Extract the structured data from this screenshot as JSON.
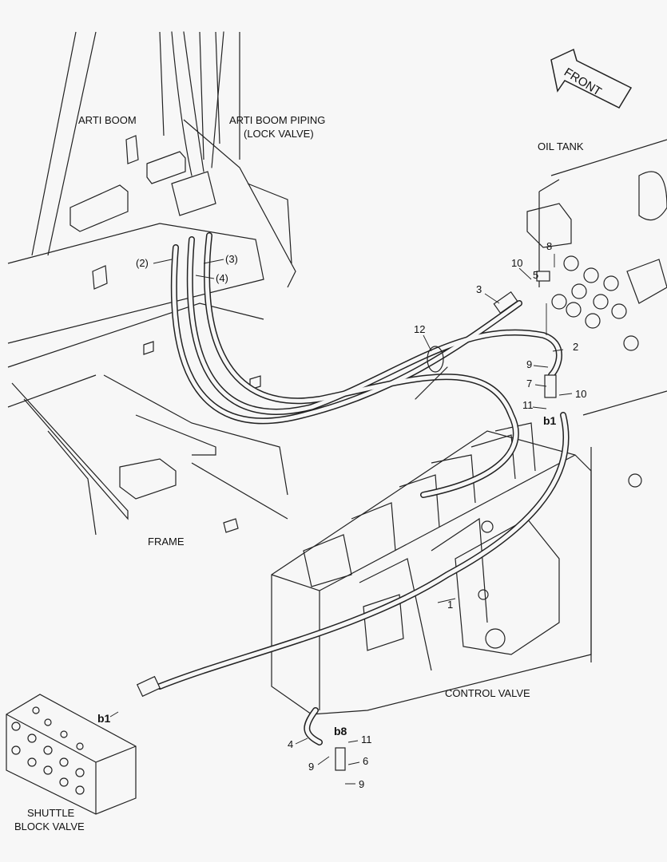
{
  "labels": {
    "arti_boom": "ARTI BOOM",
    "arti_boom_piping": "ARTI BOOM PIPING",
    "lock_valve": "(LOCK VALVE)",
    "front": "FRONT",
    "oil_tank": "OIL TANK",
    "frame": "FRAME",
    "control_valve": "CONTROL VALVE",
    "shuttle": "SHUTTLE",
    "block_valve": "BLOCK VALVE"
  },
  "callouts": {
    "p2": "(2)",
    "p3": "(3)",
    "p4": "(4)",
    "c5": "5",
    "c8": "8",
    "c10a": "10",
    "c3": "3",
    "c12": "12",
    "c2": "2",
    "c9a": "9",
    "c7": "7",
    "c10b": "10",
    "c11a": "11",
    "b1a": "b1",
    "c1": "1",
    "b1b": "b1",
    "c4": "4",
    "b8": "b8",
    "c11b": "11",
    "c6": "6",
    "c9b": "9",
    "c9c": "9"
  }
}
